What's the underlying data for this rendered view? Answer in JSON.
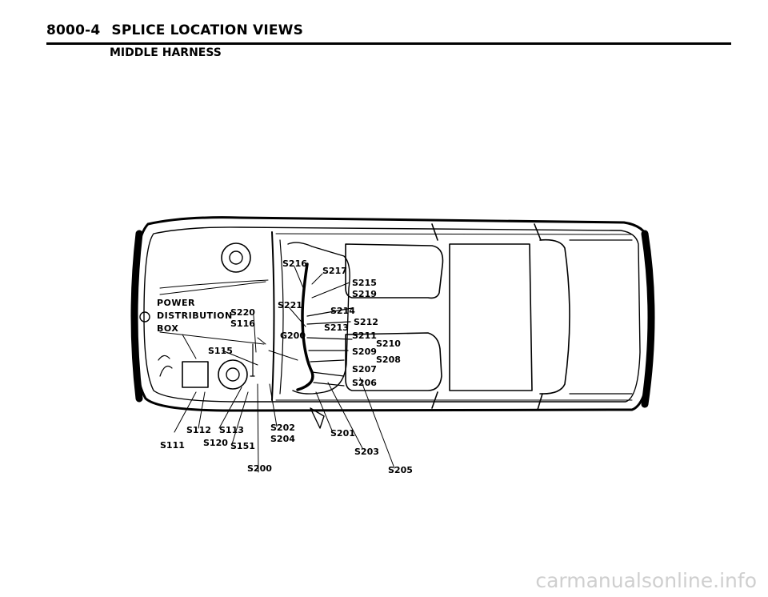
{
  "header": {
    "section_code": "8000-4",
    "title": "SPLICE LOCATION VIEWS",
    "subtitle": "MIDDLE HARNESS"
  },
  "diagram": {
    "power_box_label": [
      "POWER",
      "DISTRIBUTION",
      "BOX"
    ],
    "splices": {
      "s216": "S216",
      "s217": "S217",
      "s215": "S215",
      "s219": "S219",
      "s221": "S221",
      "s214": "S214",
      "s212": "S212",
      "s213": "S213",
      "s220": "S220",
      "s116": "S116",
      "g200": "G200",
      "s211": "S211",
      "s210": "S210",
      "s115": "S115",
      "s209": "S209",
      "s208": "S208",
      "s207": "S207",
      "s206": "S206",
      "s112": "S112",
      "s113": "S113",
      "s202": "S202",
      "s204": "S204",
      "s201": "S201",
      "s111": "S111",
      "s120": "S120",
      "s151": "S151",
      "s203": "S203",
      "s200": "S200",
      "s205": "S205"
    }
  },
  "watermark": "carmanualsonline.info"
}
